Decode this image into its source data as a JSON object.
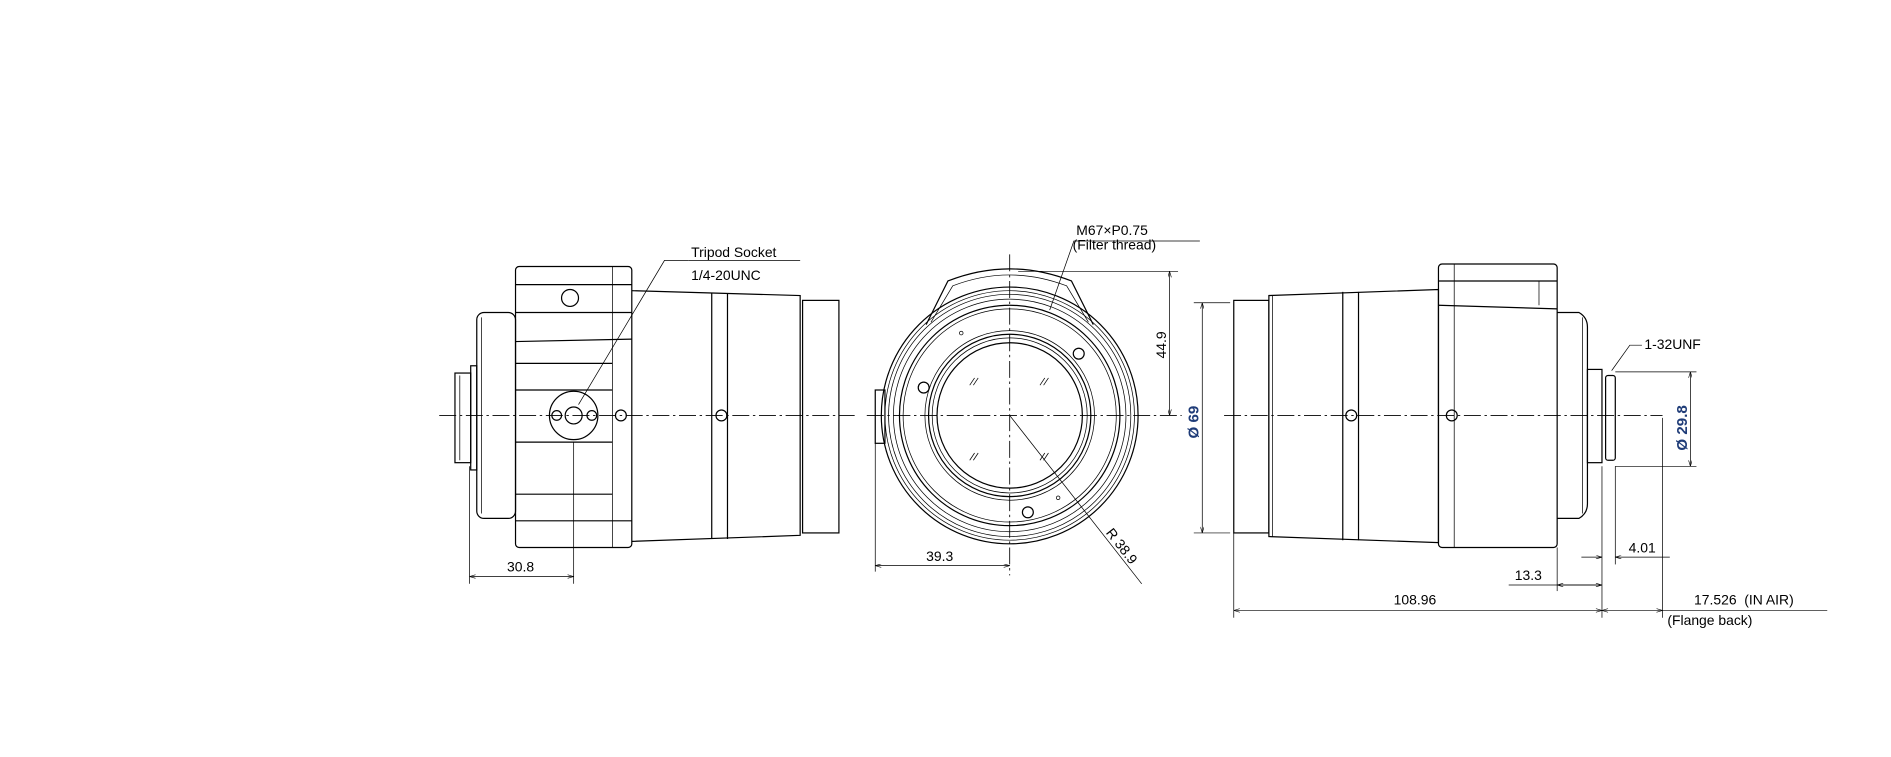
{
  "drawing": {
    "title": "Lens outline dimensions",
    "left_view": {
      "tripod_label": "Tripod Socket",
      "tripod_thread": "1/4-20UNC",
      "dim_tripod_offset": "30.8"
    },
    "front_view": {
      "filter_thread": "M67×P0.75",
      "filter_thread_note": "(Filter thread)",
      "dim_height_top": "44.9",
      "dim_diameter": "Ø 69",
      "dim_half_width": "39.3",
      "dim_radius": "R 38.9"
    },
    "right_view": {
      "mount_thread": "1-32UNF",
      "dim_mount_diameter": "Ø 29.8",
      "dim_mount_length": "4.01",
      "dim_rear_length": "13.3",
      "dim_total_length": "108.96",
      "dim_flange_back": "17.526  (IN AIR)",
      "flange_back_note": "(Flange back)"
    },
    "colors": {
      "line": "#000000",
      "dimension_highlight": "#1f3c78"
    }
  }
}
